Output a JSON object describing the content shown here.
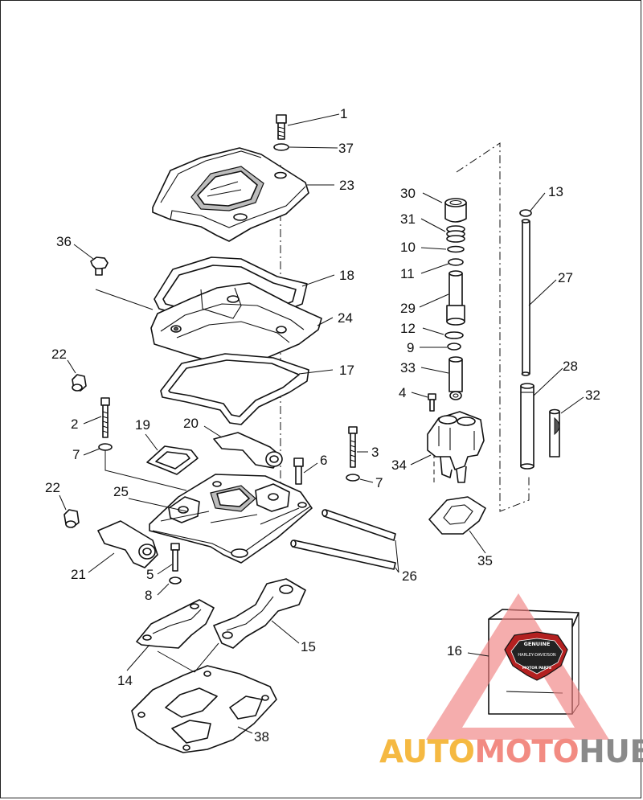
{
  "diagram": {
    "callouts": [
      {
        "id": "c1",
        "text": "1"
      },
      {
        "id": "c37",
        "text": "37"
      },
      {
        "id": "c23",
        "text": "23"
      },
      {
        "id": "c36",
        "text": "36"
      },
      {
        "id": "c18",
        "text": "18"
      },
      {
        "id": "c24",
        "text": "24"
      },
      {
        "id": "c22a",
        "text": "22"
      },
      {
        "id": "c17",
        "text": "17"
      },
      {
        "id": "c2",
        "text": "2"
      },
      {
        "id": "c19",
        "text": "19"
      },
      {
        "id": "c20",
        "text": "20"
      },
      {
        "id": "c7a",
        "text": "7"
      },
      {
        "id": "c3",
        "text": "3"
      },
      {
        "id": "c6",
        "text": "6"
      },
      {
        "id": "c7b",
        "text": "7"
      },
      {
        "id": "c22b",
        "text": "22"
      },
      {
        "id": "c25",
        "text": "25"
      },
      {
        "id": "c21",
        "text": "21"
      },
      {
        "id": "c5",
        "text": "5"
      },
      {
        "id": "c8",
        "text": "8"
      },
      {
        "id": "c26",
        "text": "26"
      },
      {
        "id": "c15",
        "text": "15"
      },
      {
        "id": "c14",
        "text": "14"
      },
      {
        "id": "c38",
        "text": "38"
      },
      {
        "id": "c16",
        "text": "16"
      },
      {
        "id": "c30",
        "text": "30"
      },
      {
        "id": "c31",
        "text": "31"
      },
      {
        "id": "c10",
        "text": "10"
      },
      {
        "id": "c11",
        "text": "11"
      },
      {
        "id": "c29",
        "text": "29"
      },
      {
        "id": "c12",
        "text": "12"
      },
      {
        "id": "c9",
        "text": "9"
      },
      {
        "id": "c33",
        "text": "33"
      },
      {
        "id": "c4",
        "text": "4"
      },
      {
        "id": "c34",
        "text": "34"
      },
      {
        "id": "c35",
        "text": "35"
      },
      {
        "id": "c13",
        "text": "13"
      },
      {
        "id": "c27",
        "text": "27"
      },
      {
        "id": "c28",
        "text": "28"
      },
      {
        "id": "c32",
        "text": "32"
      }
    ]
  },
  "package": {
    "badge_top": "GENUINE",
    "badge_middle": "HARLEY-DAVIDSON",
    "badge_bottom": "MOTOR PARTS"
  },
  "watermark": {
    "part_a": "AUTO",
    "part_b": "MOTO",
    "part_c": "HUB",
    "color_a": "#f5b942",
    "color_b": "#f28b82",
    "color_c": "#8a8a8a",
    "triangle_color": "#f07f7f"
  }
}
